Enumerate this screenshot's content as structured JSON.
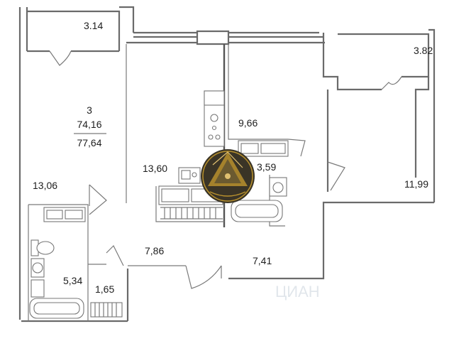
{
  "summary": {
    "rooms": "3",
    "living_area": "74,16",
    "total_area": "77,64"
  },
  "areas": {
    "balcony_left": "3.14",
    "balcony_right": "3.82",
    "room_left": "13,06",
    "room_middle": "13,60",
    "kitchen": "9,66",
    "bathroom": "3,59",
    "room_right": "11,99",
    "hall_center": "7,86",
    "hall_right": "7,41",
    "bathroom_left": "5,34",
    "wc": "1,65"
  },
  "watermark": {
    "text": "ЦИАН"
  },
  "colors": {
    "walls": "#6a6a6a",
    "logo_gold": "#b8912e",
    "logo_dark": "#3a3426",
    "watermark": "#c9d2dc"
  }
}
